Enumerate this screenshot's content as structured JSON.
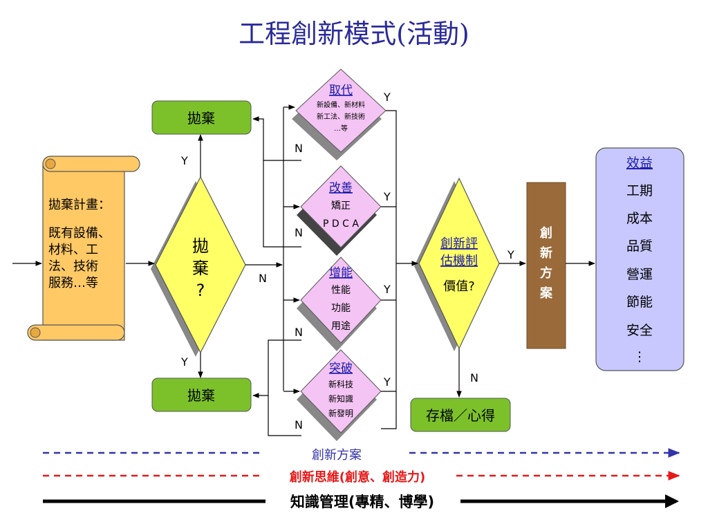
{
  "title": "工程創新模式(活動)",
  "scroll": {
    "heading": "拋棄計畫：",
    "lines": [
      "既有設備、",
      "材料、工",
      "法、技術",
      "服務…等"
    ]
  },
  "discard_top": "拋棄",
  "discard_bottom": "拋棄",
  "decision_main": [
    "拋",
    "棄",
    "?"
  ],
  "options": [
    {
      "title": "取代",
      "lines": [
        "新設備、新材料",
        "新工法、新技術",
        "…等"
      ]
    },
    {
      "title": "改善",
      "lines": [
        "矯正",
        "P D C A"
      ]
    },
    {
      "title": "增能",
      "lines": [
        "性能",
        "功能",
        "用途"
      ]
    },
    {
      "title": "突破",
      "lines": [
        "新科技",
        "新知識",
        "新發明"
      ]
    }
  ],
  "evaluation": {
    "title_lines": [
      "創新評",
      "估機制"
    ],
    "value": "價值?"
  },
  "solution": [
    "創",
    "新",
    "方",
    "案"
  ],
  "benefits": {
    "title": "效益",
    "items": [
      "工期",
      "成本",
      "品質",
      "營運",
      "節能",
      "安全",
      "⋮"
    ]
  },
  "archive": "存檔／心得",
  "labels": {
    "y": "Y",
    "n": "N"
  },
  "bottom_lines": [
    {
      "label": "創新方案",
      "color": "#3333aa"
    },
    {
      "label": "創新思維(創意、創造力)",
      "color": "#e81818"
    },
    {
      "label": "知識管理(專精、博學)",
      "color": "#000000"
    }
  ],
  "colors": {
    "title": "#2a2a9a",
    "green": "#7cc12a",
    "yellow": "#ffff66",
    "pink": "#f4c4f4",
    "scroll": "#ffc966",
    "brown": "#9a6a3a",
    "lavender": "#c8c8ff",
    "link": "#1a1aaa"
  }
}
